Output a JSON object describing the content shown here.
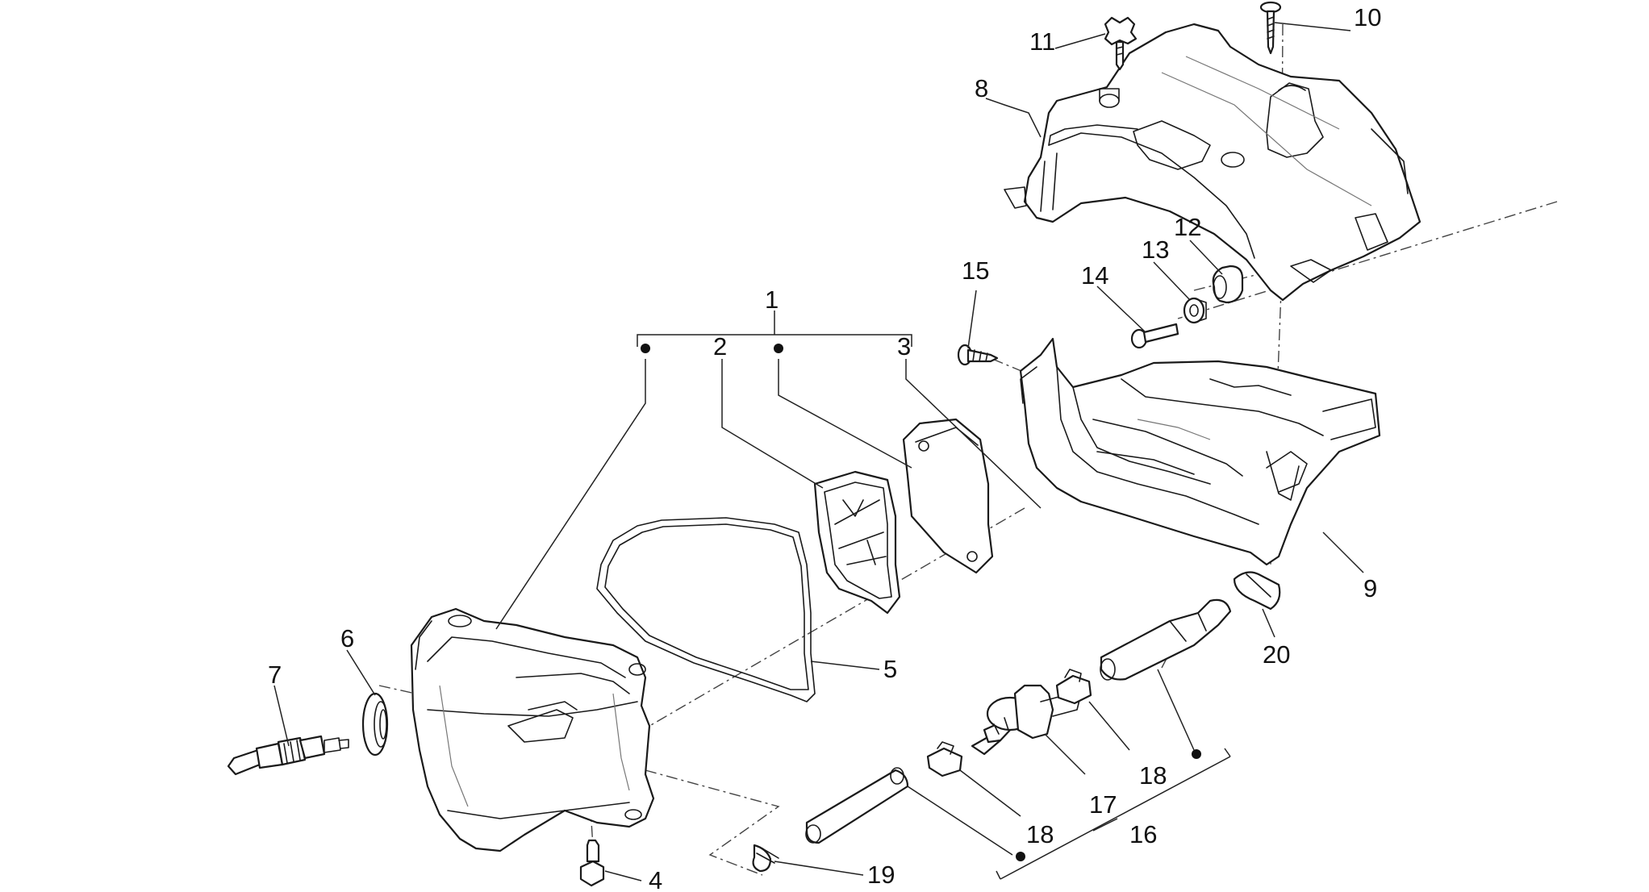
{
  "diagram": {
    "callouts": [
      "1",
      "2",
      "3",
      "4",
      "5",
      "6",
      "7",
      "8",
      "9",
      "10",
      "11",
      "12",
      "13",
      "14",
      "15",
      "16",
      "17",
      "18",
      "18",
      "19",
      "20"
    ]
  }
}
